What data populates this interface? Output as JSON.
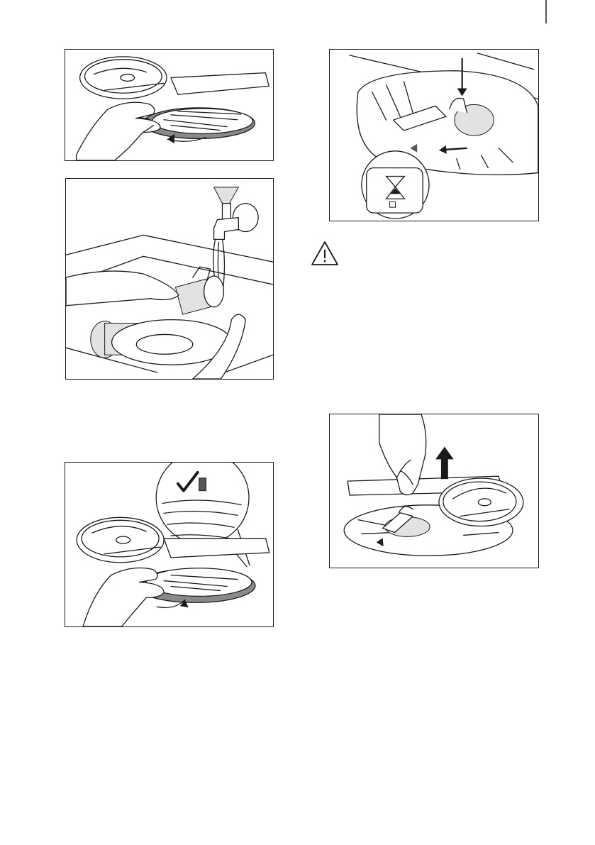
{
  "page": {
    "illustrations": [
      {
        "id": "fig-install-filter-turn",
        "description_icon": "hand-turning-flat-filter-icon"
      },
      {
        "id": "fig-rinse-filter-tap",
        "description_icon": "tap-rinse-filter-icon"
      },
      {
        "id": "fig-check-filter-position",
        "description_icon": "check-mark-icon"
      },
      {
        "id": "fig-turn-filter-lock",
        "description_icon": "arrow-left-icon"
      },
      {
        "id": "fig-lift-filter-out",
        "description_icon": "arrow-up-icon"
      }
    ],
    "warning_icon": "warning-triangle-icon"
  }
}
